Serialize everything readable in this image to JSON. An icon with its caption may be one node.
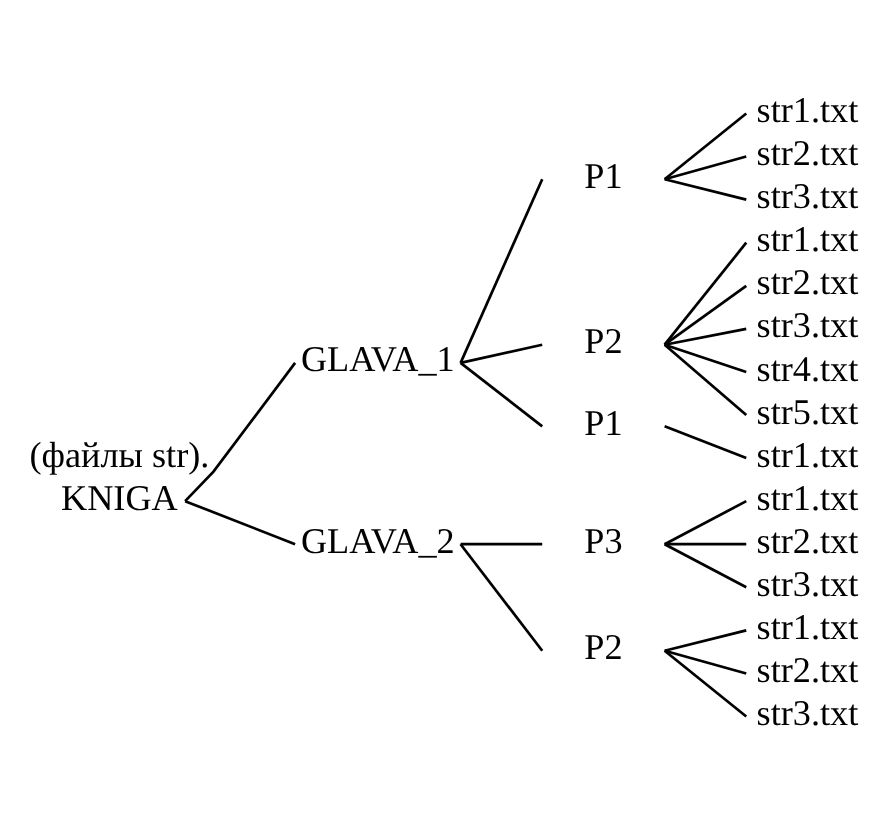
{
  "diagram": {
    "nodes": [
      {
        "text": [
          "KNIGA"
        ]
      },
      {
        "text": [
          "GLAVA_1"
        ]
      },
      {
        "text": [
          "P1"
        ]
      },
      {
        "text": [
          "str1.txt"
        ]
      },
      {
        "text": [
          "str2.txt"
        ]
      },
      {
        "text": [
          "str3.txt"
        ]
      },
      {
        "text": [
          "P2"
        ]
      },
      {
        "text": [
          "str1.txt"
        ]
      },
      {
        "text": [
          "str2.txt"
        ]
      },
      {
        "text": [
          "str3.txt"
        ]
      },
      {
        "text": [
          "str4.txt"
        ]
      },
      {
        "text": [
          "str5.txt"
        ]
      },
      {
        "text": [
          "P1"
        ]
      },
      {
        "text": [
          "str1.txt"
        ]
      },
      {
        "text": [
          "GLAVA_2"
        ]
      },
      {
        "text": [
          "P3"
        ]
      },
      {
        "text": [
          "str1.txt"
        ]
      },
      {
        "text": [
          "str2.txt"
        ]
      },
      {
        "text": [
          "str3.txt"
        ]
      },
      {
        "text": [
          "P2"
        ]
      },
      {
        "text": [
          "str1.txt"
        ]
      },
      {
        "text": [
          "str2.txt"
        ]
      },
      {
        "text": [
          "str3.txt"
        ]
      }
    ],
    "edges": [
      {
        "from": 0,
        "to": 1,
        "arrow": "none"
      },
      {
        "from": 1,
        "to": 2,
        "arrow": "none"
      },
      {
        "from": 2,
        "to": 3,
        "arrow": "none"
      },
      {
        "from": 2,
        "to": 4,
        "arrow": "none"
      },
      {
        "from": 2,
        "to": 5,
        "arrow": "none"
      },
      {
        "from": 1,
        "to": 6,
        "arrow": "none"
      },
      {
        "from": 6,
        "to": 7,
        "arrow": "none"
      },
      {
        "from": 6,
        "to": 8,
        "arrow": "none"
      },
      {
        "from": 6,
        "to": 9,
        "arrow": "none"
      },
      {
        "from": 6,
        "to": 10,
        "arrow": "none"
      },
      {
        "from": 6,
        "to": 11,
        "arrow": "none"
      },
      {
        "from": 1,
        "to": 12,
        "arrow": "none"
      },
      {
        "from": 12,
        "to": 13,
        "arrow": "none"
      },
      {
        "from": 0,
        "to": 14,
        "arrow": "none"
      },
      {
        "from": 14,
        "to": 15,
        "arrow": "none"
      },
      {
        "from": 15,
        "to": 16,
        "arrow": "none"
      },
      {
        "from": 15,
        "to": 17,
        "arrow": "none"
      },
      {
        "from": 15,
        "to": 18,
        "arrow": "none"
      },
      {
        "from": 14,
        "to": 19,
        "arrow": "none"
      },
      {
        "from": 19,
        "to": 20,
        "arrow": "none"
      },
      {
        "from": 19,
        "to": 21,
        "arrow": "none"
      },
      {
        "from": 19,
        "to": 22,
        "arrow": "none"
      }
    ],
    "labels": [
      "(файлы str)."
    ]
  }
}
